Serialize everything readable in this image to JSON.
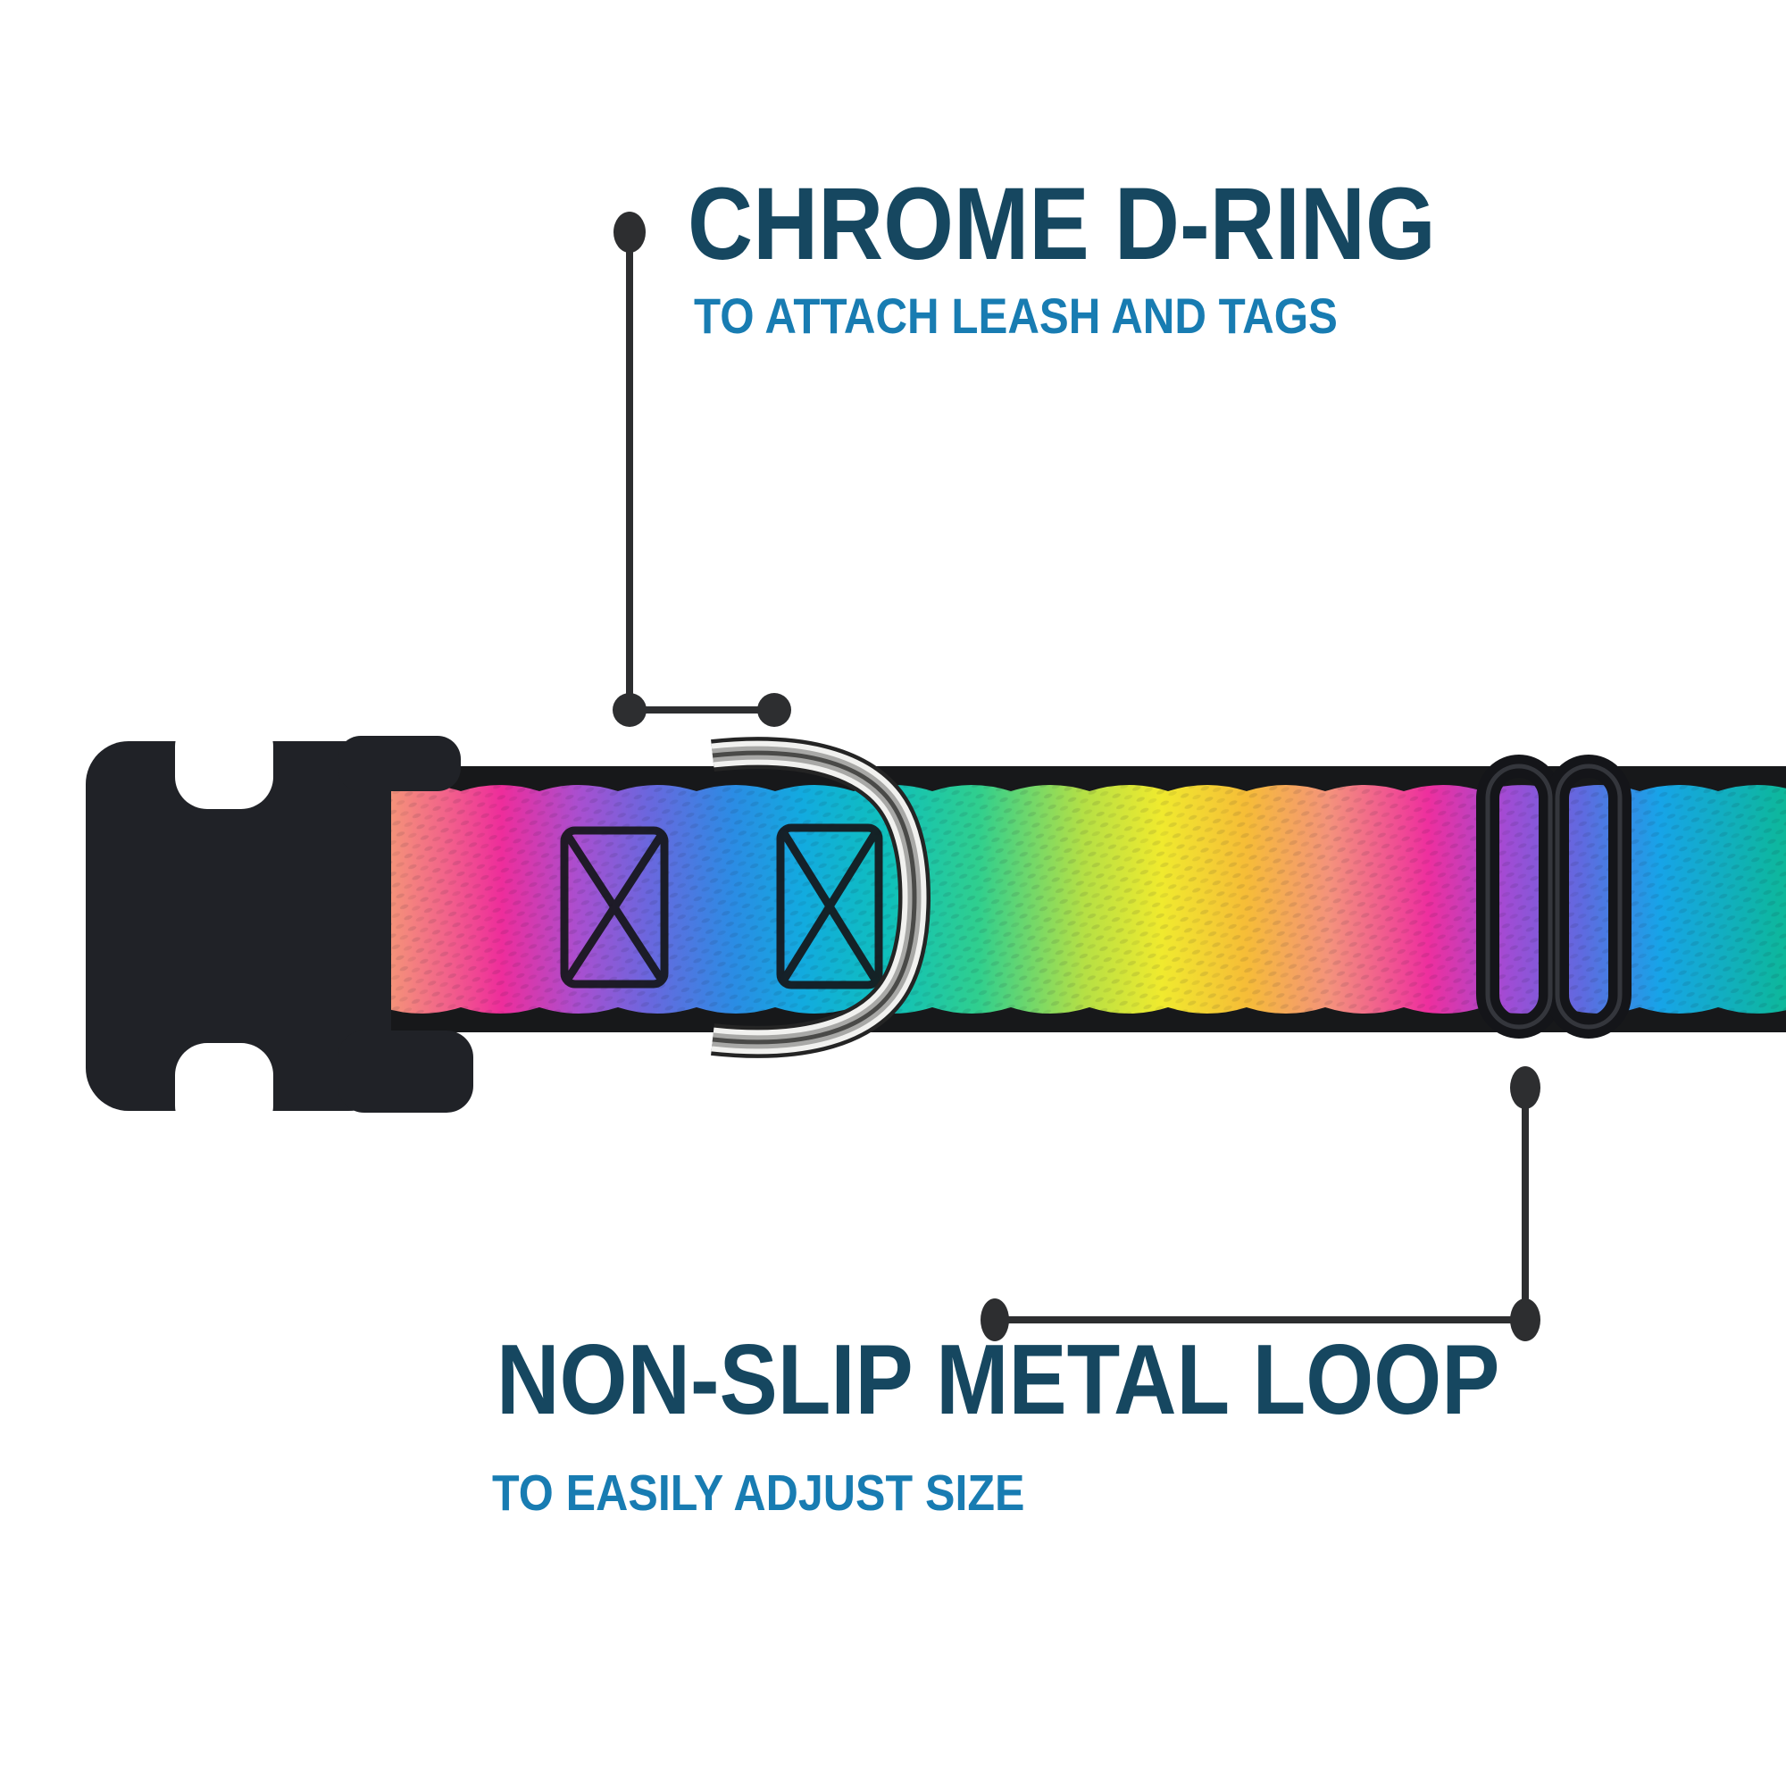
{
  "page": {
    "background": "#ffffff"
  },
  "callouts": [
    {
      "id": "d-ring",
      "title": "CHROME D-RING",
      "subtitle": "TO ATTACH LEASH AND TAGS",
      "points_to": "chrome-d-ring"
    },
    {
      "id": "metal-loop",
      "title": "NON-SLIP METAL LOOP",
      "subtitle": "TO EASILY ADJUST SIZE",
      "points_to": "metal-slider-loop"
    }
  ],
  "parts": {
    "buckle": "black-side-release-buckle",
    "webbing": "rainbow-gradient-webbing",
    "ring": "chrome-d-ring",
    "slider": "black-metal-slider-loop",
    "stitch_marks": "box-x-stitch-marks"
  },
  "colors": {
    "title_navy": "#164760",
    "subtitle_blue": "#187cb2",
    "callout_line": "#2d2e30",
    "buckle_black": "#202227",
    "webbing_edge_black": "#17181a",
    "chrome_light": "#f1f1ef",
    "chrome_mid": "#a8a8a6",
    "chrome_dark": "#242424",
    "webbing_rainbow": [
      "#f59a76",
      "#f2638a",
      "#ee2d9b",
      "#a94fd0",
      "#6a67de",
      "#2b8ce4",
      "#12abdf",
      "#0fc0bb",
      "#30cf8e",
      "#b5e045",
      "#f0ea2e",
      "#f6bd37",
      "#f4927c",
      "#ee2f9e",
      "#a24bd4",
      "#5f6ae0",
      "#17a4e8",
      "#0db89a"
    ]
  }
}
